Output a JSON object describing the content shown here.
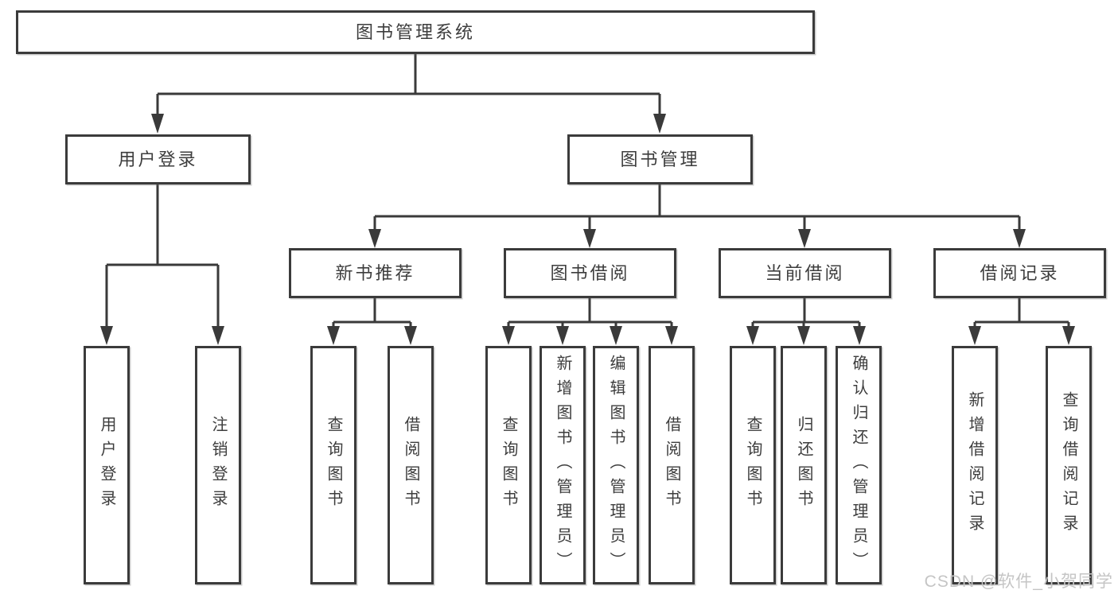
{
  "diagram": {
    "root": {
      "label": "图书管理系统"
    },
    "branches": [
      {
        "label": "用户登录",
        "children": [
          {
            "label": "用户登录"
          },
          {
            "label": "注销登录"
          }
        ]
      },
      {
        "label": "图书管理",
        "children": [
          {
            "label": "新书推荐",
            "children": [
              {
                "label": "查询图书"
              },
              {
                "label": "借阅图书"
              }
            ]
          },
          {
            "label": "图书借阅",
            "children": [
              {
                "label": "查询图书"
              },
              {
                "label": "新增图书（管理员）"
              },
              {
                "label": "编辑图书（管理员）"
              },
              {
                "label": "借阅图书"
              }
            ]
          },
          {
            "label": "当前借阅",
            "children": [
              {
                "label": "查询图书"
              },
              {
                "label": "归还图书"
              },
              {
                "label": "确认归还（管理员）"
              }
            ]
          },
          {
            "label": "借阅记录",
            "children": [
              {
                "label": "新增借阅记录"
              },
              {
                "label": "查询借阅记录"
              }
            ]
          }
        ]
      }
    ]
  },
  "watermark": {
    "text": "CSDN @软件_小贺同学"
  },
  "colors": {
    "line": "#3a3a3a",
    "box_border": "#3b3b3b",
    "text": "#3d3d3d",
    "watermark": "#c5c5c5",
    "background": "#ffffff"
  }
}
